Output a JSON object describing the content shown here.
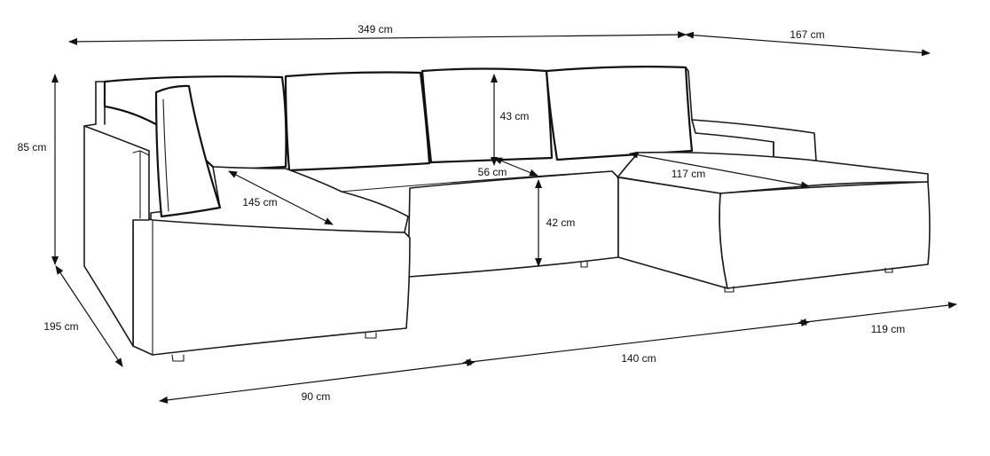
{
  "dimensions": {
    "total_width": "349 cm",
    "right_depth": "167 cm",
    "height": "85 cm",
    "back_cushion_height": "43 cm",
    "seat_depth": "56 cm",
    "seat_height": "42 cm",
    "left_chaise_length": "145 cm",
    "right_chaise_length": "117 cm",
    "left_depth": "195 cm",
    "left_width": "90 cm",
    "middle_width": "140 cm",
    "right_width": "119 cm"
  }
}
